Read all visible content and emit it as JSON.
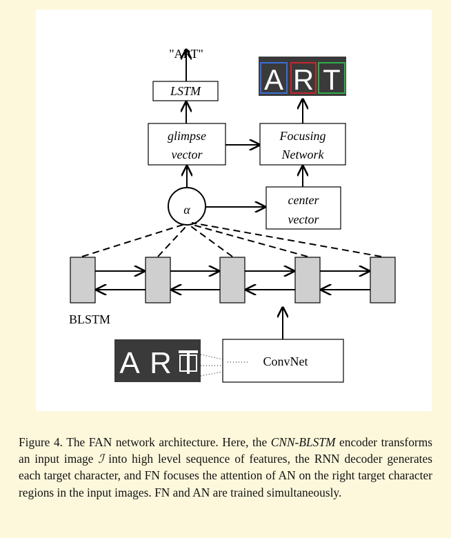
{
  "diagram": {
    "output_text": "\"ART\"",
    "lstm_label": "LSTM",
    "glimpse_line1": "glimpse",
    "glimpse_line2": "vector",
    "focusing_line1": "Focusing",
    "focusing_line2": "Network",
    "center_line1": "center",
    "center_line2": "vector",
    "alpha_symbol": "α",
    "blstm_label": "BLSTM",
    "convnet_label": "ConvNet",
    "focused_letters": [
      "A",
      "R",
      "T"
    ],
    "focused_box_colors": [
      "#3a6fd8",
      "#c8262b",
      "#2fae4a"
    ],
    "input_letters": [
      "A",
      "R"
    ],
    "input_partial_glyph": "T"
  },
  "caption": {
    "prefix": "Figure 4. The FAN network architecture. Here, the ",
    "encoder": "CNN-BLSTM",
    "mid1": " encoder transforms an input image ",
    "symbol": "ℐ",
    "rest": " into high level sequence of features, the RNN decoder generates each target character, and FN focuses the attention of AN on the right target character regions in the input images. FN and AN are trained simultaneously."
  }
}
